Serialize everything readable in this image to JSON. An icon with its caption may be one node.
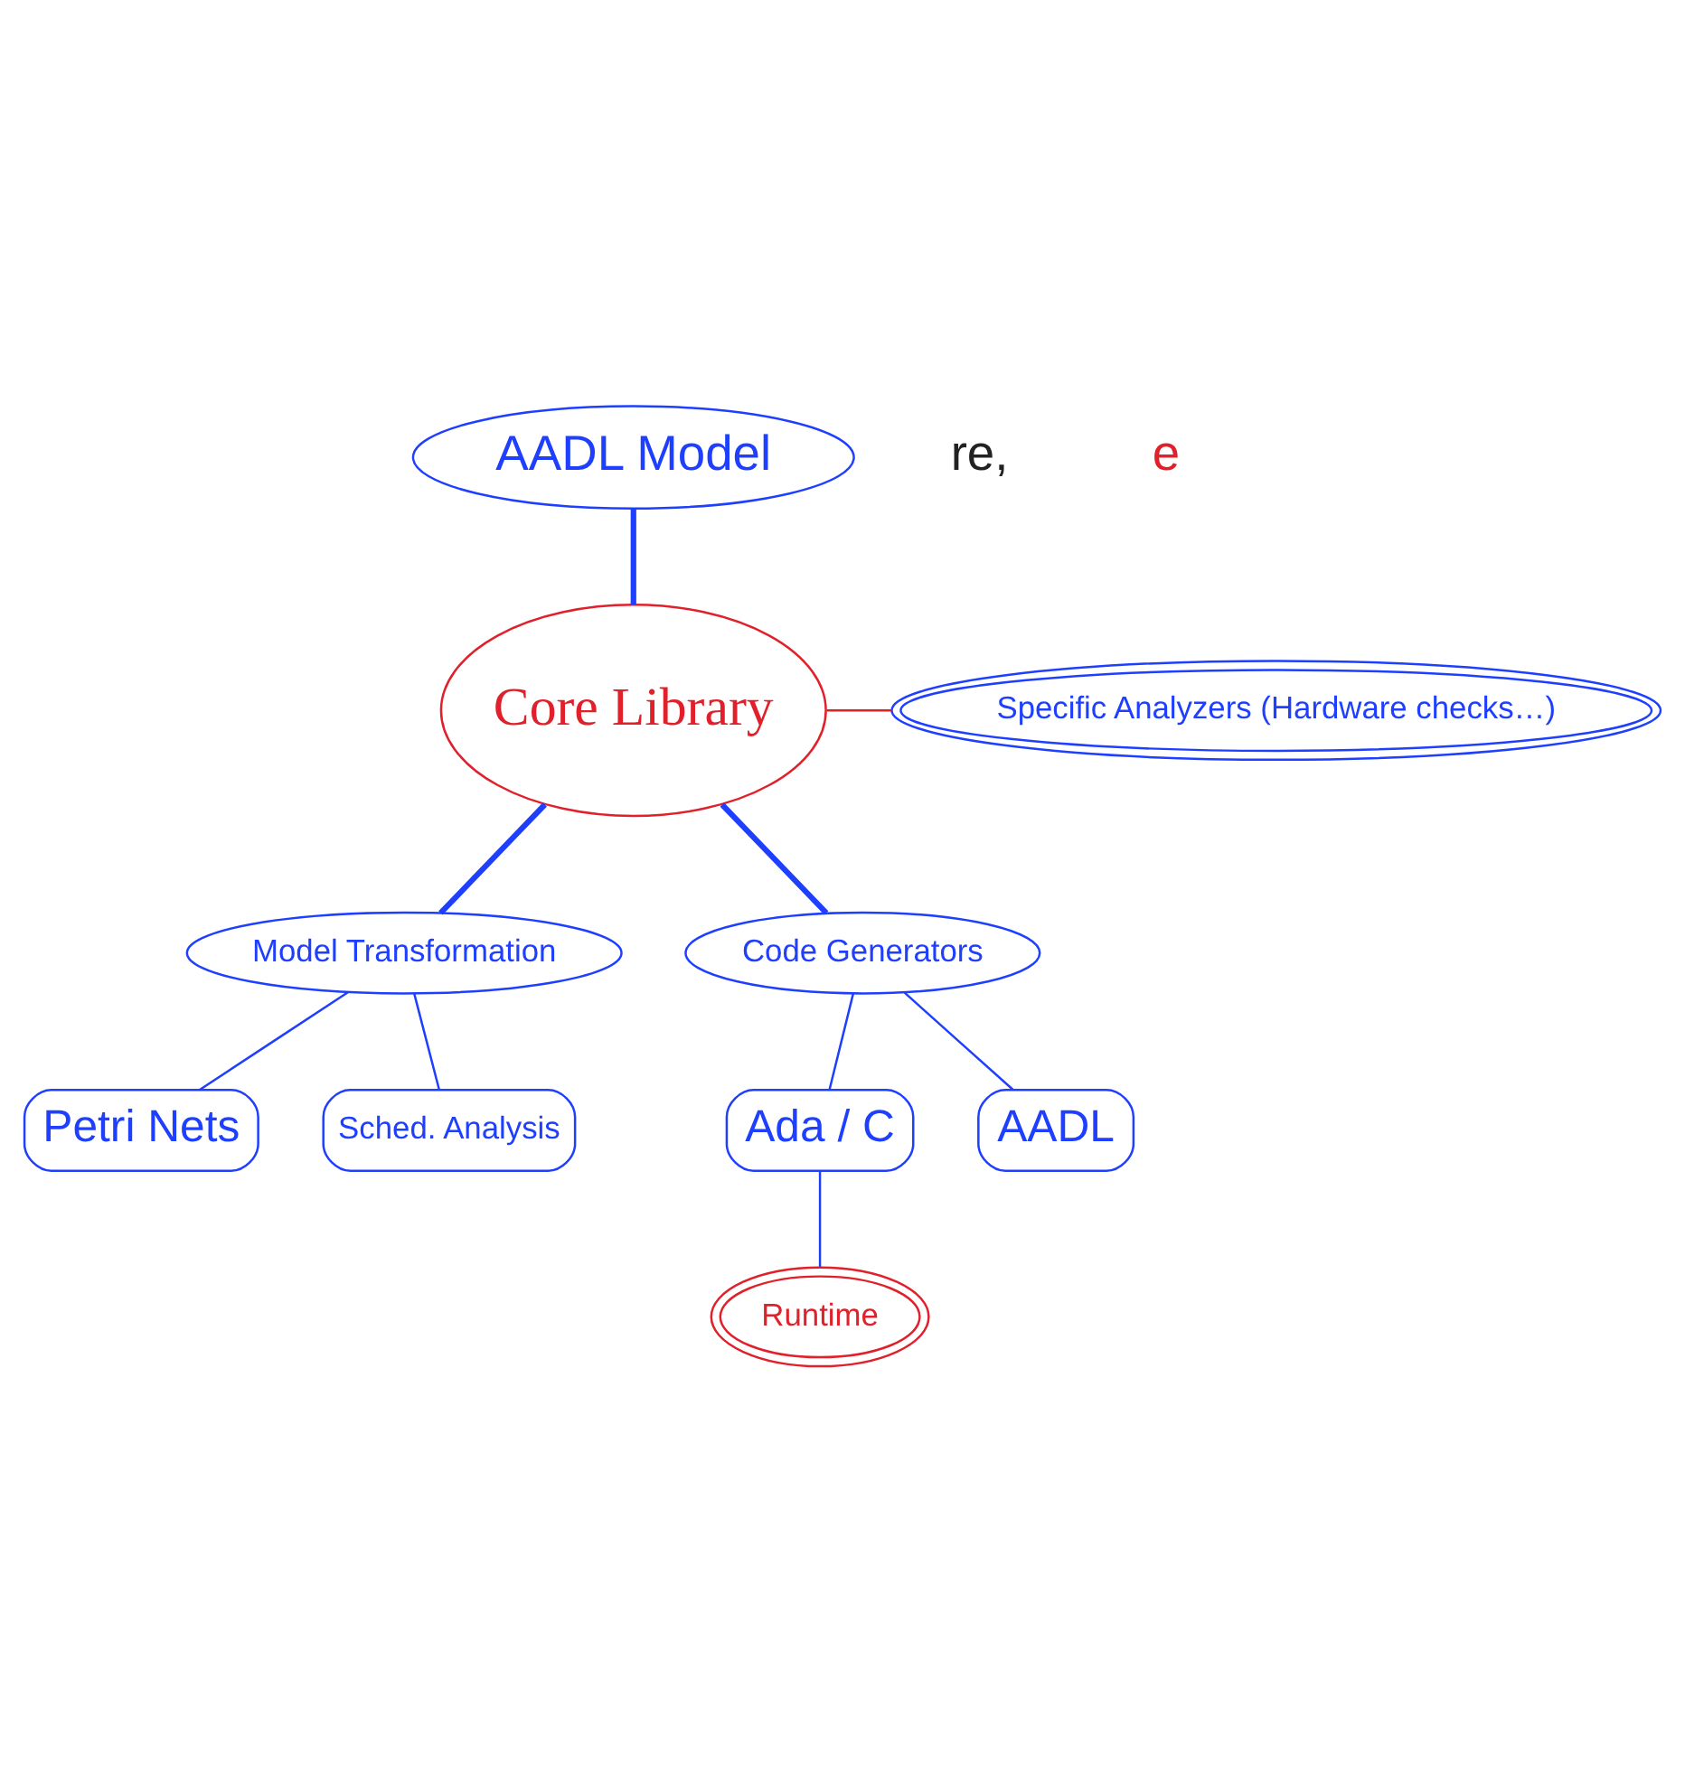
{
  "diagram": {
    "nodes": [
      {
        "text": [
          "AADL Model"
        ]
      },
      {
        "text": [
          "Core Library"
        ]
      },
      {
        "text": [
          "Specific Analyzers (Hardware checks…)"
        ]
      },
      {
        "text": [
          "Model Transformation"
        ]
      },
      {
        "text": [
          "Code Generators"
        ]
      },
      {
        "text": [
          "Petri Nets"
        ]
      },
      {
        "text": [
          "Sched. Analysis"
        ]
      },
      {
        "text": [
          "Ada / C"
        ]
      },
      {
        "text": [
          "AADL"
        ]
      },
      {
        "text": [
          "Runtime"
        ]
      }
    ],
    "edges": [
      {
        "from": 0,
        "to": 1,
        "arrow": "none",
        "style": "thick"
      },
      {
        "from": 1,
        "to": 2,
        "arrow": "none",
        "color": "#dd2222"
      },
      {
        "from": 1,
        "to": 3,
        "arrow": "none",
        "style": "thick"
      },
      {
        "from": 1,
        "to": 4,
        "arrow": "none",
        "style": "thick"
      },
      {
        "from": 3,
        "to": 5,
        "arrow": "none"
      },
      {
        "from": 3,
        "to": 6,
        "arrow": "none"
      },
      {
        "from": 4,
        "to": 7,
        "arrow": "none"
      },
      {
        "from": 4,
        "to": 8,
        "arrow": "none"
      },
      {
        "from": 7,
        "to": 9,
        "arrow": "none"
      }
    ],
    "labels": [
      "re,",
      "e"
    ]
  }
}
